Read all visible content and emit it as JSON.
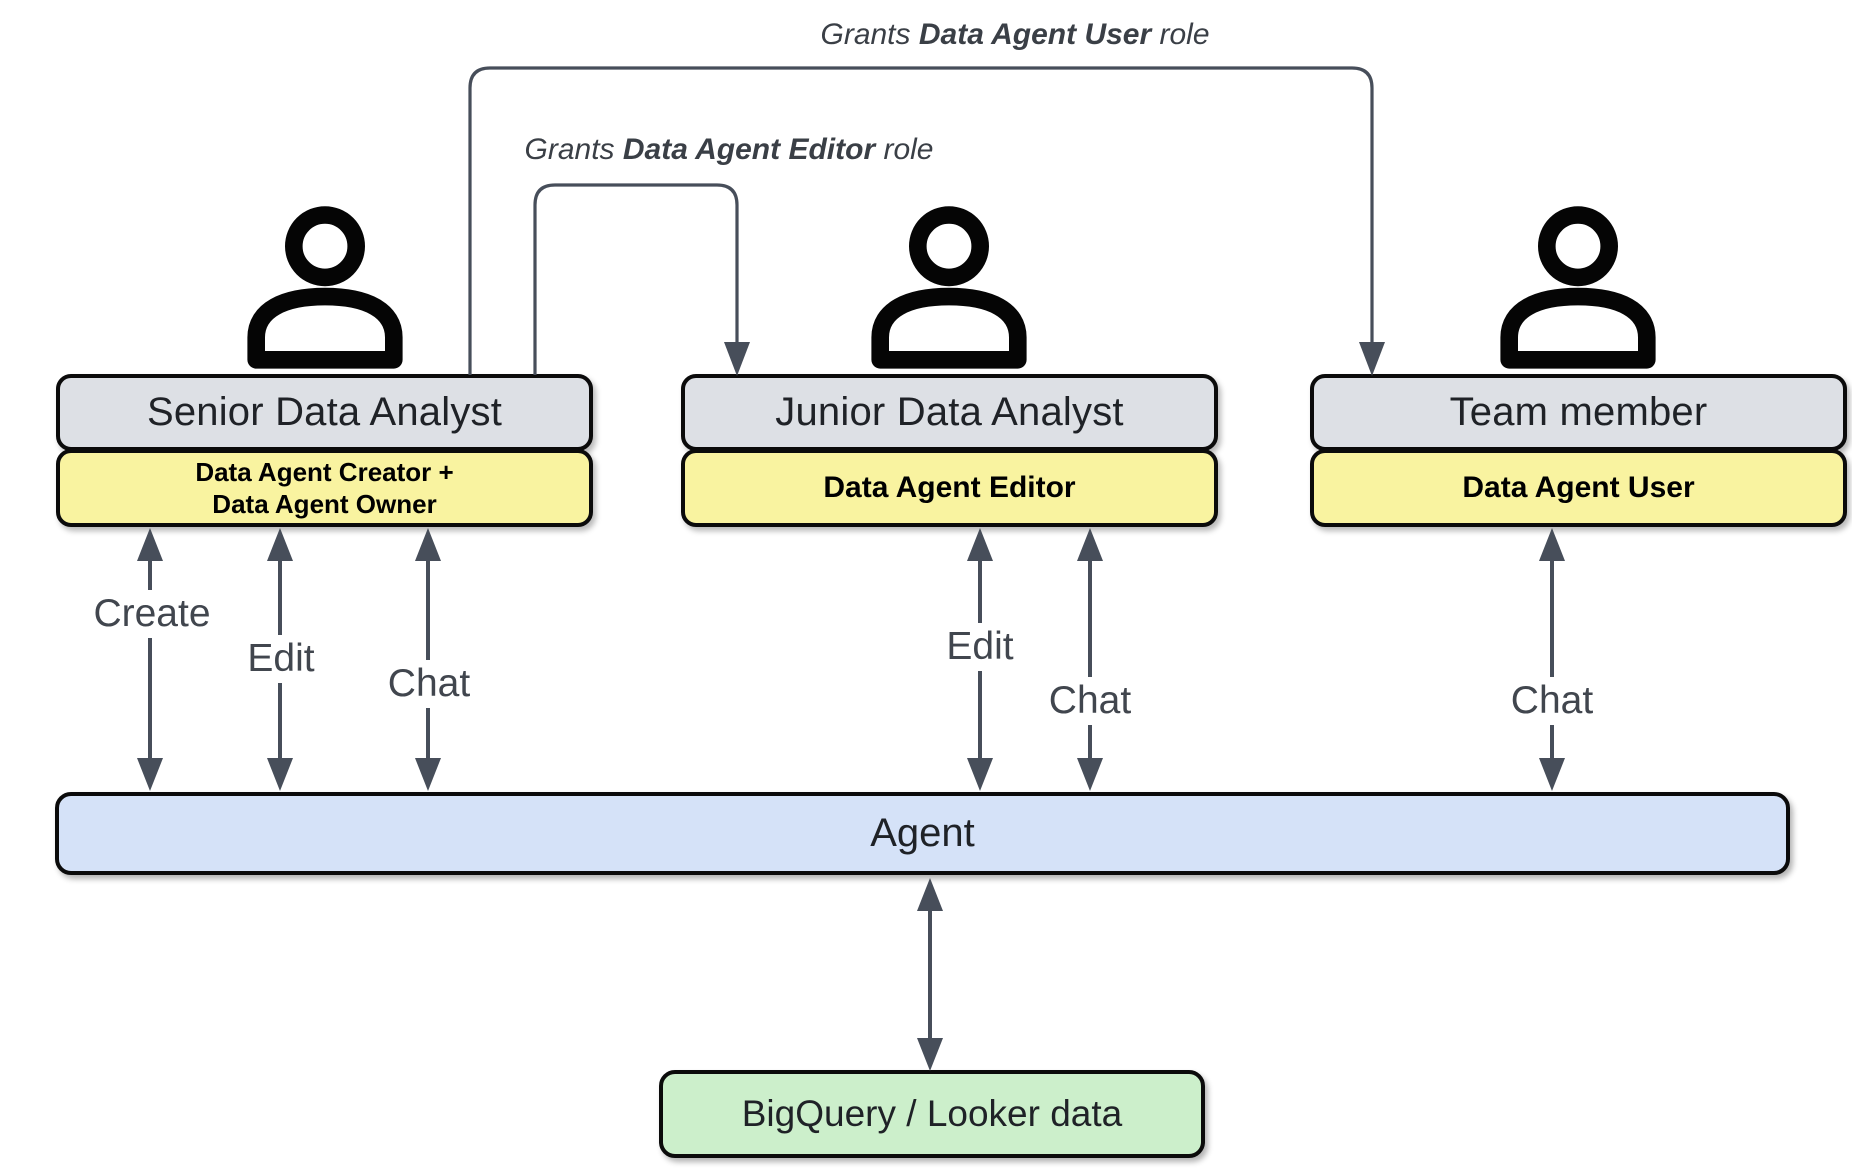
{
  "grants": [
    {
      "prefix": "Grants ",
      "bold": "Data Agent User",
      "suffix": " role"
    },
    {
      "prefix": "Grants ",
      "bold": "Data Agent Editor",
      "suffix": " role"
    }
  ],
  "actors": [
    {
      "name": "Senior Data Analyst",
      "icon": "person-icon",
      "role_lines": [
        "Data Agent Creator +",
        "Data Agent Owner"
      ],
      "actions": [
        "Create",
        "Edit",
        "Chat"
      ]
    },
    {
      "name": "Junior Data Analyst",
      "icon": "person-icon",
      "role_lines": [
        "Data Agent Editor"
      ],
      "actions": [
        "Edit",
        "Chat"
      ]
    },
    {
      "name": "Team member",
      "icon": "person-icon",
      "role_lines": [
        "Data Agent User"
      ],
      "actions": [
        "Chat"
      ]
    }
  ],
  "agent": {
    "label": "Agent"
  },
  "data_source": {
    "label": "BigQuery / Looker data"
  },
  "colors": {
    "actor_box_fill": "#dde0e5",
    "role_badge_fill": "#f9f3a0",
    "agent_bar_fill": "#d5e2f8",
    "data_box_fill": "#ccefcb",
    "connector": "#474e5a",
    "border": "#0b0b0b"
  }
}
